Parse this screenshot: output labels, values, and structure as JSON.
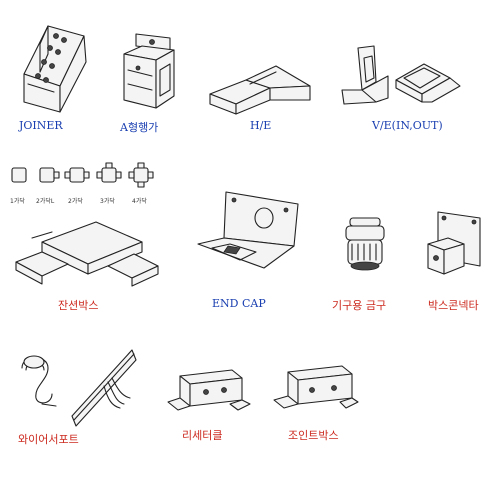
{
  "items": [
    {
      "label": "JOINER"
    },
    {
      "label": "A형행가"
    },
    {
      "label": "H/E"
    },
    {
      "label": "V/E(IN,OUT)"
    },
    {
      "label": "잔션박스"
    },
    {
      "label": "END CAP"
    },
    {
      "label": "기구용 금구"
    },
    {
      "label": "박스콘넥타"
    },
    {
      "label": "와이어서포트"
    },
    {
      "label": "리세터클"
    },
    {
      "label": "조인트박스"
    }
  ],
  "junction_variants": [
    "1가닥",
    "2가닥L",
    "2가닥",
    "3가닥",
    "4가닥"
  ],
  "colors": {
    "blue_label": "#1a3fb0",
    "red_label": "#cc2a1f"
  }
}
